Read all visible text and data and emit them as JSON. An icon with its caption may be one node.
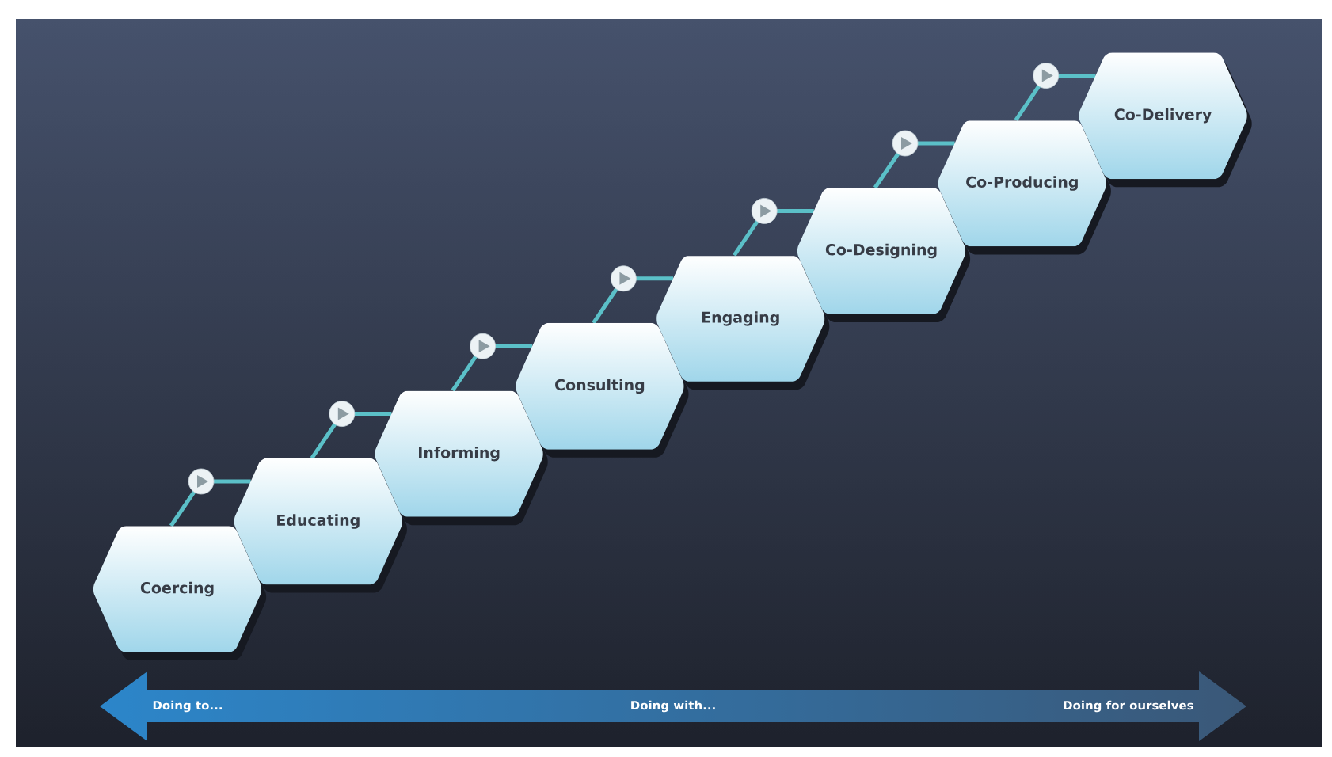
{
  "diagram": {
    "nodes": [
      {
        "text": [
          "Coercing"
        ]
      },
      {
        "text": [
          "Educating"
        ]
      },
      {
        "text": [
          "Informing"
        ]
      },
      {
        "text": [
          "Consulting"
        ]
      },
      {
        "text": [
          "Engaging"
        ]
      },
      {
        "text": [
          "Co-Designing"
        ]
      },
      {
        "text": [
          "Co-Producing"
        ]
      },
      {
        "text": [
          "Co-Delivery"
        ]
      },
      {
        "text": [
          "Doing to...",
          "Doing with...",
          "Doing for ourselves"
        ]
      }
    ],
    "edges": [
      {
        "from": 0,
        "to": 1,
        "arrow": "to"
      },
      {
        "from": 1,
        "to": 2,
        "arrow": "to"
      },
      {
        "from": 2,
        "to": 3,
        "arrow": "to"
      },
      {
        "from": 3,
        "to": 4,
        "arrow": "to"
      },
      {
        "from": 4,
        "to": 5,
        "arrow": "to"
      },
      {
        "from": 5,
        "to": 6,
        "arrow": "to"
      },
      {
        "from": 6,
        "to": 7,
        "arrow": "to"
      }
    ]
  }
}
